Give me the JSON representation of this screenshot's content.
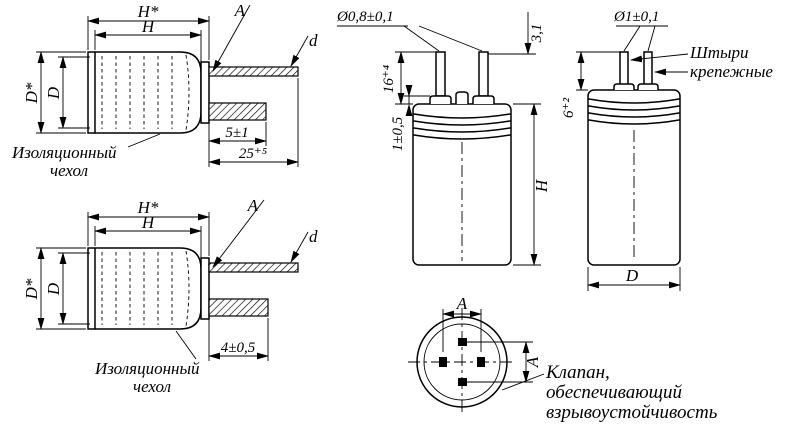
{
  "side_view_1": {
    "h_star": "H*",
    "h": "H",
    "d_star": "D*",
    "d": "D",
    "a": "A",
    "lead_d": "d",
    "len_short": "5±1",
    "len_total": "25⁺⁵",
    "sleeve_1": "Изоляционный",
    "sleeve_2": "чехол"
  },
  "side_view_2": {
    "h_star": "H*",
    "h": "H",
    "d_star": "D*",
    "d": "D",
    "a": "A",
    "lead_d": "d",
    "len": "4±0,5",
    "sleeve_1": "Изоляционный",
    "sleeve_2": "чехол"
  },
  "front_view": {
    "pin_dia": "Ø0,8±0,1",
    "pin_offset": "3,1",
    "pin_len": "16⁺⁴",
    "boss_h": "1±0,5",
    "body_h": "H"
  },
  "top_view": {
    "a_h": "A",
    "a_v": "A",
    "valve_1": "Клапан,",
    "valve_2": "обеспечивающий",
    "valve_3": "взрывоустойчивость"
  },
  "right_view": {
    "pin_dia": "Ø1±0,1",
    "pin_len": "6⁺²",
    "body_d": "D",
    "pins_1": "Штыри",
    "pins_2": "крепежные"
  }
}
